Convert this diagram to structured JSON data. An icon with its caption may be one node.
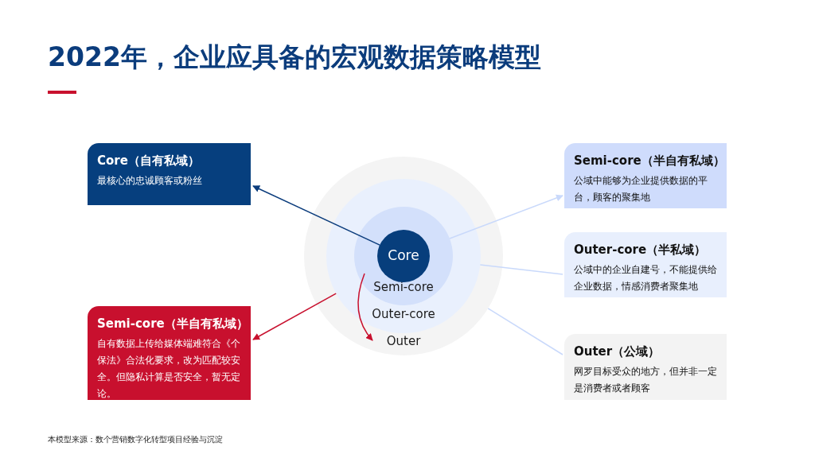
{
  "diagram": {
    "title": "2022年，企业应具备的宏观数据策略模型",
    "nodes": [
      {
        "text": [
          "Outer"
        ]
      },
      {
        "text": [
          "Outer-core"
        ],
        "in": 0
      },
      {
        "text": [
          "Semi-core"
        ],
        "in": 1
      },
      {
        "text": [
          "Core"
        ],
        "in": 2
      },
      {
        "text": [
          "Core（自有私域）",
          "最核心的忠诚顾客或粉丝"
        ]
      },
      {
        "text": [
          "Semi-core（半自有私域）",
          "自有数据上传给媒体端难符合《个保法》合法化要求，改为匹配较安全。但隐私计算是否安全，暂无定论。"
        ]
      },
      {
        "text": [
          "Semi-core（半自有私域）",
          "公域中能够为企业提供数据的平台，顾客的聚集地"
        ]
      },
      {
        "text": [
          "Outer-core（半私域）",
          "公域中的企业自建号，不能提供给企业数据，情感消费者聚集地"
        ]
      },
      {
        "text": [
          "Outer（公域）",
          "网罗目标受众的地方，但并非一定是消费者或者顾客"
        ]
      }
    ],
    "edges": [
      {
        "from": 3,
        "to": 4,
        "arrow": "to",
        "color": "#0b3c7c"
      },
      {
        "from": 1,
        "to": 5,
        "arrow": "to",
        "color": "#c8102e"
      },
      {
        "from": 2,
        "to": 6,
        "arrow": "to"
      },
      {
        "from": 1,
        "to": 7,
        "arrow": "none"
      },
      {
        "from": 0,
        "to": 8,
        "arrow": "none"
      }
    ],
    "labels": [
      "本模型来源：数个营销数字化转型项目经验与沉淀"
    ]
  }
}
